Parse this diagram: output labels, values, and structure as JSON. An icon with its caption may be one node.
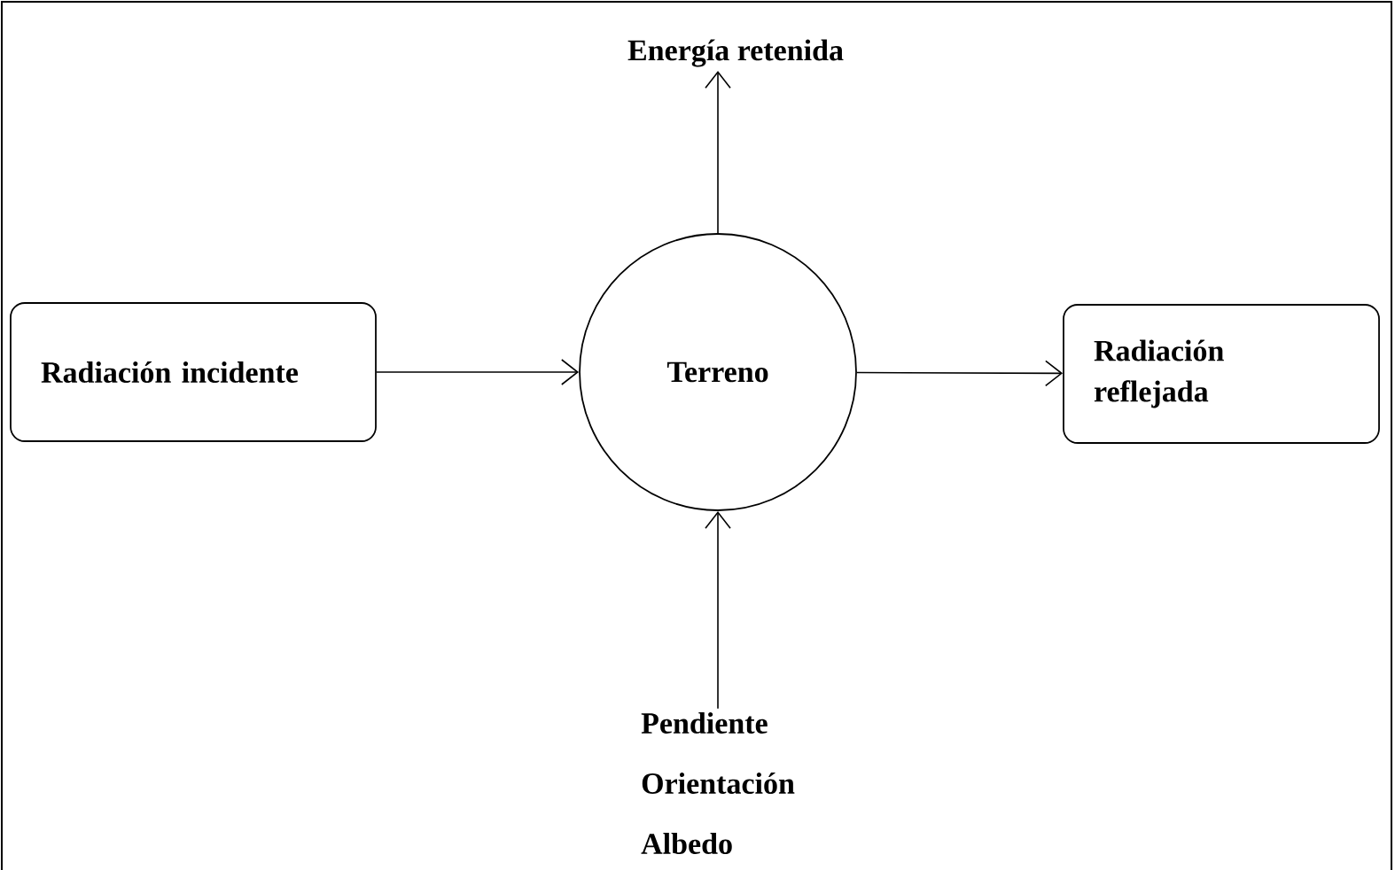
{
  "diagram": {
    "nodes": [
      {
        "text": [
          "Radiación incidente"
        ]
      },
      {
        "text": [
          "Terreno"
        ]
      },
      {
        "text": [
          "Radiación reflejada"
        ]
      },
      {
        "text": [
          "Energía retenida"
        ]
      },
      {
        "text": [
          "Pendiente",
          "Orientación",
          "Albedo"
        ]
      }
    ],
    "edges": [
      {
        "from": 0,
        "to": 1,
        "arrow": "to"
      },
      {
        "from": 1,
        "to": 2,
        "arrow": "to"
      },
      {
        "from": 1,
        "to": 3,
        "arrow": "to"
      },
      {
        "from": 4,
        "to": 1,
        "arrow": "to"
      }
    ]
  }
}
